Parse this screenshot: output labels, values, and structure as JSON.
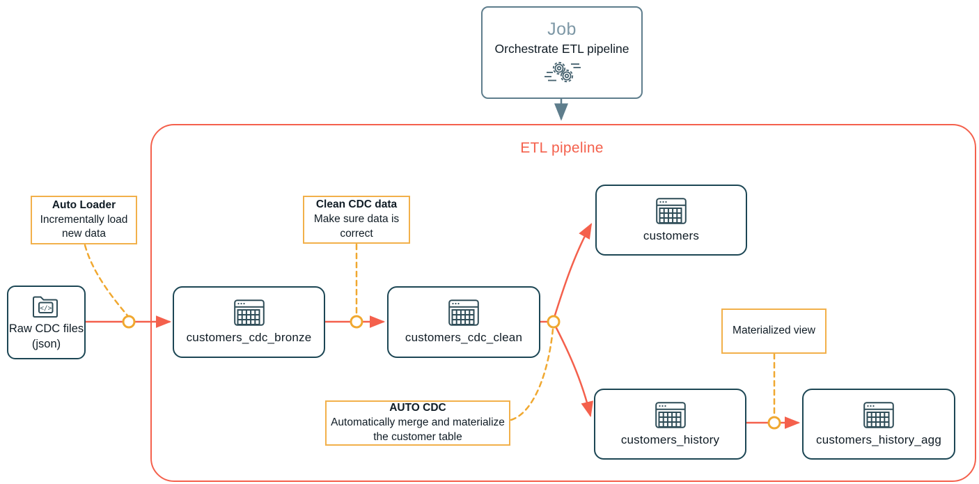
{
  "diagram": {
    "job": {
      "title": "Job",
      "subtitle": "Orchestrate ETL pipeline",
      "icon": "gears-icon"
    },
    "pipeline": {
      "title": "ETL pipeline"
    },
    "source": {
      "label": "Raw CDC files (json)",
      "icon": "code-folder-icon"
    },
    "nodes": [
      {
        "id": "customers_cdc_bronze",
        "label": "customers_cdc_bronze",
        "icon": "table-icon"
      },
      {
        "id": "customers_cdc_clean",
        "label": "customers_cdc_clean",
        "icon": "table-icon"
      },
      {
        "id": "customers",
        "label": "customers",
        "icon": "table-icon"
      },
      {
        "id": "customers_history",
        "label": "customers_history",
        "icon": "table-icon"
      },
      {
        "id": "customers_history_agg",
        "label": "customers_history_agg",
        "icon": "table-icon"
      }
    ],
    "annotations": [
      {
        "id": "auto_loader",
        "title": "Auto Loader",
        "body": "Incrementally load new data"
      },
      {
        "id": "clean_cdc",
        "title": "Clean CDC data",
        "body": "Make sure data is correct"
      },
      {
        "id": "auto_cdc",
        "title": "AUTO CDC",
        "body": "Automatically merge and materialize the customer table"
      },
      {
        "id": "materialized_view",
        "title": "",
        "body": "Materialized view"
      }
    ],
    "colors": {
      "accent_red": "#F4604C",
      "accent_amber": "#F0A830",
      "annotation_border": "#F2B04A",
      "node_border": "#1C4654",
      "job_border": "#5E7D8C",
      "job_title_text": "#7E98A6",
      "text": "#0F1B24"
    }
  }
}
